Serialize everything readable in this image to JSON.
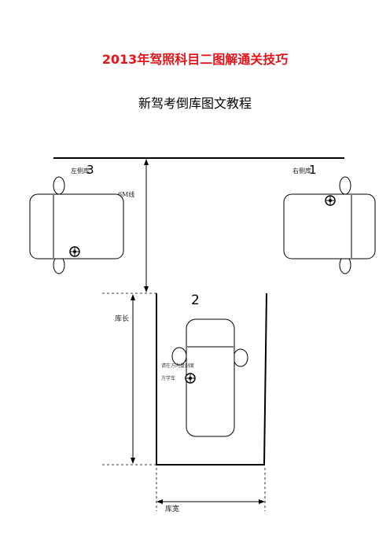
{
  "title": "2013年驾照科目二图解通关技巧",
  "subtitle": "新驾考倒库图文教程",
  "labels": {
    "left_pos_text": "左侧库",
    "left_pos_num": "3",
    "right_pos_text": "右侧库",
    "right_pos_num": "1",
    "center_pos_num": "2",
    "line_6m": "6M线",
    "garage_length": "库长",
    "garage_width": "库宽",
    "car_note_1": "请在方向盘刻度",
    "car_note_2": "方学车"
  },
  "icons": {
    "steering": "steering-wheel-icon"
  }
}
